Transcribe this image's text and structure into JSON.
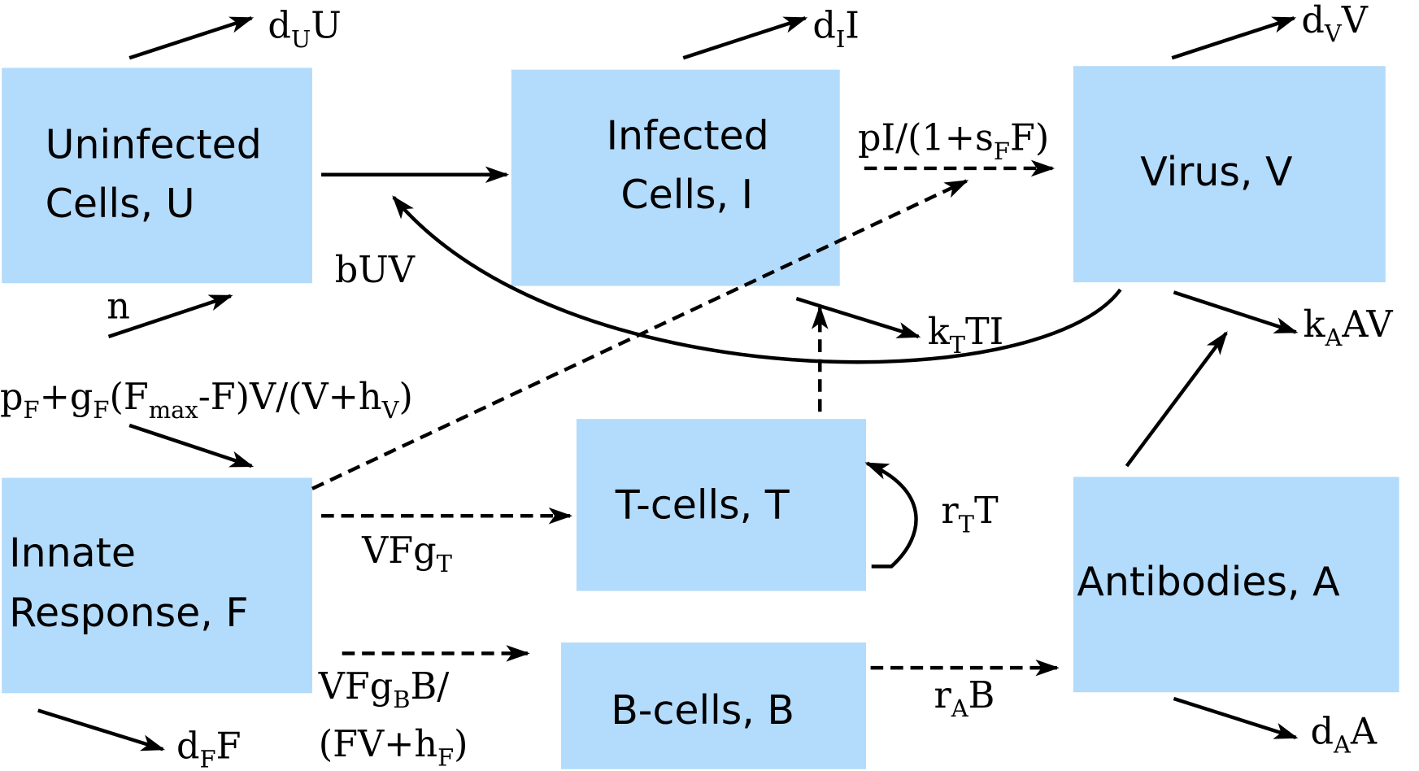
{
  "nodes": {
    "uninfected": [
      "Uninfected",
      "Cells, U"
    ],
    "infected": [
      "Infected",
      "Cells, I"
    ],
    "virus": "Virus, V",
    "innate": [
      "Innate",
      "Response, F"
    ],
    "tcells": "T-cells, T",
    "bcells": "B-cells, B",
    "antibodies": "Antibodies, A"
  },
  "rates": {
    "dU": {
      "a": "d",
      "s": "U",
      "b": "U"
    },
    "dI": {
      "a": "d",
      "s": "I",
      "b": "I"
    },
    "dV": {
      "a": "d",
      "s": "V",
      "b": "V"
    },
    "n": "n",
    "bUV": "bUV",
    "prod": {
      "a": "pI/(1+s",
      "s": "F",
      "b": "F)"
    },
    "kT": {
      "a": "k",
      "s": "T",
      "b": "TI"
    },
    "kA": {
      "a": "k",
      "s": "A",
      "b": "AV"
    },
    "innate_growth": {
      "p": "p",
      "ps": "F",
      "g": "+g",
      "gs": "F",
      "f": "(F",
      "fs": "max",
      "rest": "-F)V/(V+h",
      "hs": "V",
      "end": ")"
    },
    "VFgT": {
      "a": "VFg",
      "s": "T"
    },
    "rT": {
      "a": "r",
      "s": "T",
      "b": "T"
    },
    "VFgB": {
      "a": "VFg",
      "s": "B",
      "b": "B/"
    },
    "VFgB2": {
      "a": "(FV+h",
      "s": "F",
      "b": ")"
    },
    "rA": {
      "a": "r",
      "s": "A",
      "b": "B"
    },
    "dF": {
      "a": "d",
      "s": "F",
      "b": "F"
    },
    "dA": {
      "a": "d",
      "s": "A",
      "b": "A"
    }
  }
}
